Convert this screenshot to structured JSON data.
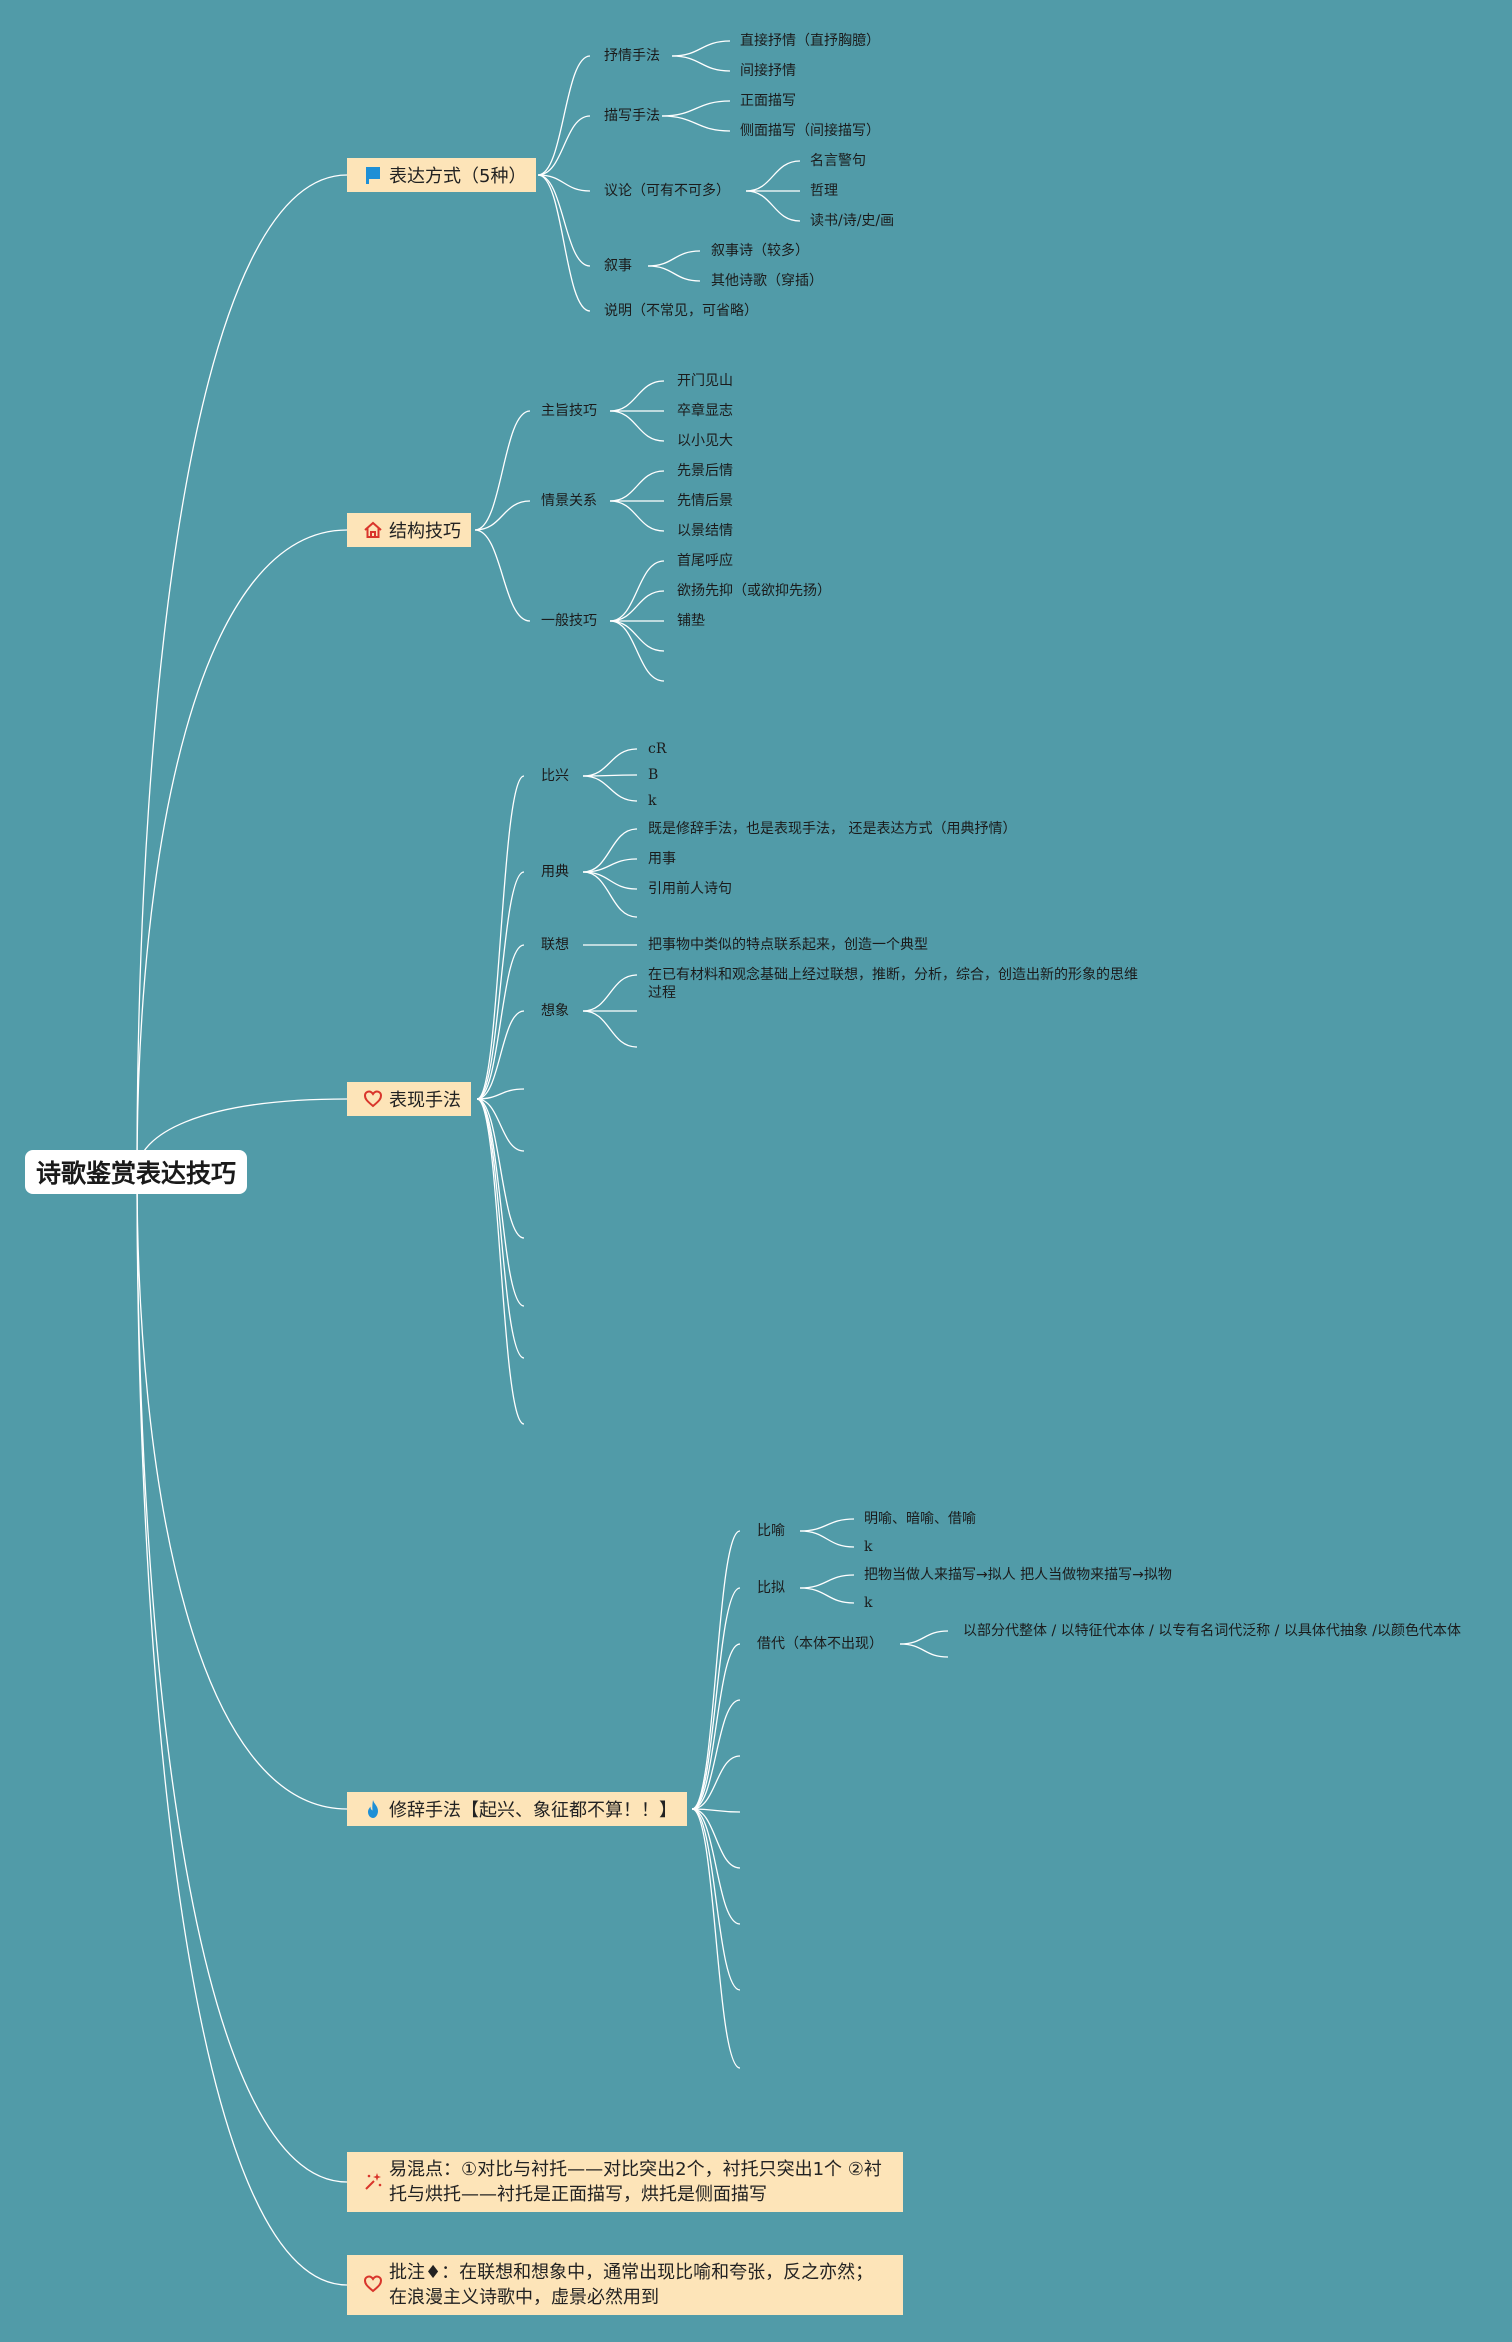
{
  "root": "诗歌鉴赏表达技巧",
  "branches": {
    "b1": "表达方式（5种）",
    "b2": "结构技巧",
    "b3": "表现手法",
    "b4": "修辞手法【起兴、象征都不算！！】",
    "b5": "易混点：①对比与衬托——对比突出2个，衬托只突出1个 ②衬托与烘托——衬托是正面描写，烘托是侧面描写",
    "b6": "批注♦：在联想和想象中，通常出现比喻和夸张，反之亦然； 在浪漫主义诗歌中，虚景必然用到"
  },
  "biaoda": {
    "shuqing": "抒情手法",
    "zhijie": "直接抒情（直抒胸臆）",
    "jianjie": "间接抒情",
    "miaoxie": "描写手法",
    "zhengmian": "正面描写",
    "cemian": "侧面描写（间接描写）",
    "yilun": "议论（可有不可多）",
    "mingyan": "名言警句",
    "zheli": "哲理",
    "dushu": "读书/诗/史/画",
    "xushi": "叙事",
    "xushishi": "叙事诗（较多）",
    "qita": "其他诗歌（穿插）",
    "shuoming": "说明（不常见，可省略）"
  },
  "jiegou": {
    "zhuzhi": "主旨技巧",
    "kaimen": "开门见山",
    "zuzhang": "卒章显志",
    "yixiao": "以小见大",
    "qingjing": "情景关系",
    "xianjing": "先景后情",
    "xianqing": "先情后景",
    "yijing": "以景结情",
    "yiban": "一般技巧",
    "shouwei": "首尾呼应",
    "yuyang": "欲扬先抑（或欲抑先扬）",
    "pudian": "铺垫"
  },
  "biaoxian": {
    "bixing": "比兴",
    "cr": "cR",
    "b": "B",
    "k": "k",
    "yongdian": "用典",
    "yd1": "既是修辞手法，也是表现手法， 还是表达方式（用典抒情）",
    "yd2": "用事",
    "yd3": "引用前人诗句",
    "lianxiang": "联想",
    "lx1": "把事物中类似的特点联系起来，创造一个典型",
    "xiangxiang": "想象",
    "xx1": "在已有材料和观念基础上经过联想，推断，分析，综合，创造出新的形象的思维过程"
  },
  "xiuci": {
    "biyu": "比喻",
    "by1": "明喻、暗喻、借喻",
    "by2": "k",
    "bini": "比拟",
    "bn1": "把物当做人来描写→拟人 把人当做物来描写→拟物",
    "bn2": "k",
    "jiedai": "借代（本体不出现）",
    "jd1": "以部分代整体 / 以特征代本体 / 以专有名词代泛称 / 以具体代抽象 /以颜色代本体"
  },
  "colors": {
    "background": "#519ba8",
    "branch": "#fde4b8",
    "line": "#ffffff",
    "flag": "#1e8fd6",
    "home": "#d9352b",
    "heart": "#d9352b",
    "fire": "#1e8fd6",
    "sparkle": "#d9352b"
  },
  "icons": [
    "flag-icon",
    "home-icon",
    "heart-icon",
    "fire-icon",
    "sparkle-icon",
    "heart-icon"
  ]
}
